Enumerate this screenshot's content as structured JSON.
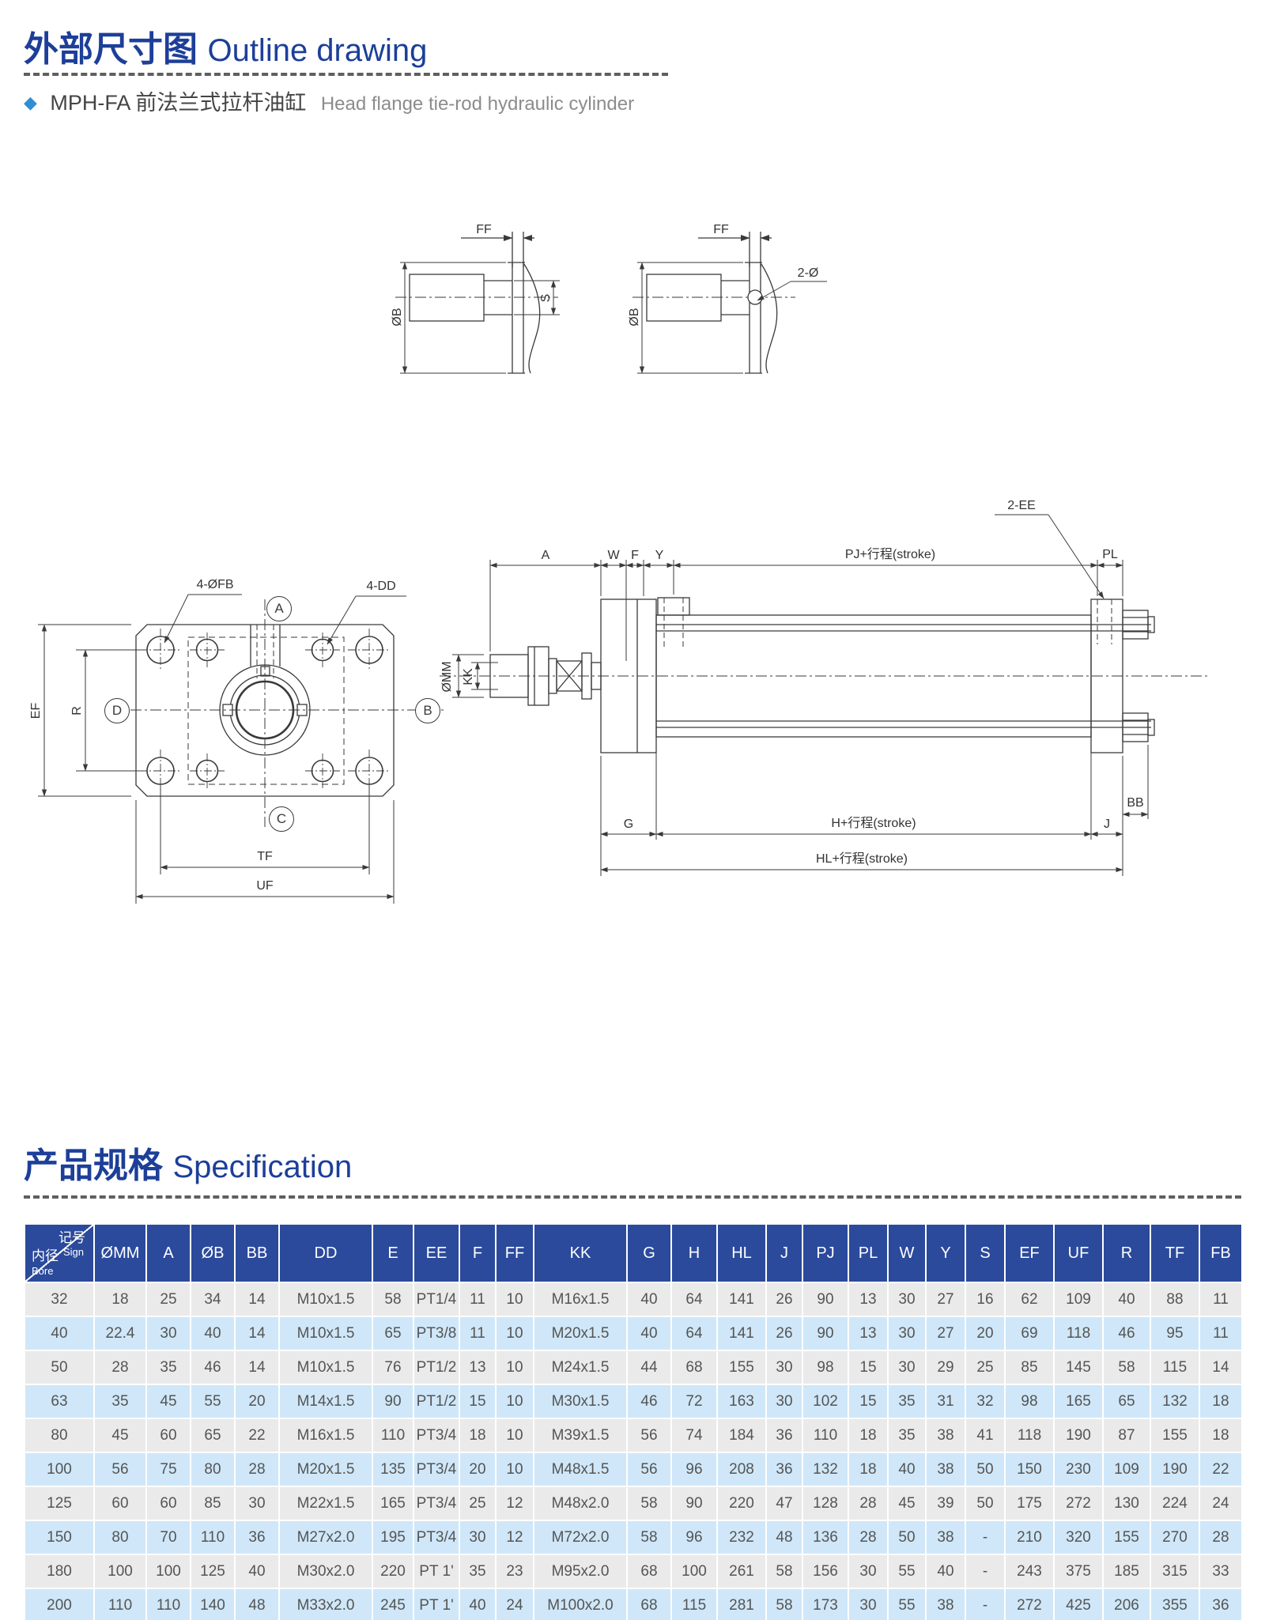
{
  "section1": {
    "title_zh": "外部尺寸图",
    "title_en": "Outline drawing"
  },
  "subtitle": {
    "bullet": "◆",
    "name_zh": "MPH-FA 前法兰式拉杆油缸",
    "name_en": "Head flange tie-rod hydraulic cylinder"
  },
  "section2": {
    "title_zh": "产品规格",
    "title_en": "Specification"
  },
  "drawing": {
    "detail1": {
      "ff": "FF",
      "ob": "ØB",
      "s": "S"
    },
    "detail2": {
      "ff": "FF",
      "ob": "ØB",
      "hole": "2-Ø"
    },
    "front": {
      "fb": "4-ØFB",
      "dd": "4-DD",
      "a": "A",
      "b": "B",
      "c": "C",
      "d": "D",
      "ef": "EF",
      "r": "R",
      "tf": "TF",
      "uf": "UF"
    },
    "side": {
      "a": "A",
      "w": "W",
      "f": "F",
      "y": "Y",
      "pj": "PJ+行程(stroke)",
      "pl": "PL",
      "ee": "2-EE",
      "omm": "ØMM",
      "kk": "KK",
      "g": "G",
      "h": "H+行程(stroke)",
      "j": "J",
      "bb": "BB",
      "hl": "HL+行程(stroke)"
    }
  },
  "table": {
    "corner": {
      "sign_zh": "记号",
      "sign_en": "Sign",
      "bore_zh": "内径",
      "bore_en": "Bore"
    },
    "columns": [
      "ØMM",
      "A",
      "ØB",
      "BB",
      "DD",
      "E",
      "EE",
      "F",
      "FF",
      "KK",
      "G",
      "H",
      "HL",
      "J",
      "PJ",
      "PL",
      "W",
      "Y",
      "S",
      "EF",
      "UF",
      "R",
      "TF",
      "FB"
    ],
    "rows": [
      {
        "bore": "32",
        "values": [
          "18",
          "25",
          "34",
          "14",
          "M10x1.5",
          "58",
          "PT1/4",
          "11",
          "10",
          "M16x1.5",
          "40",
          "64",
          "141",
          "26",
          "90",
          "13",
          "30",
          "27",
          "16",
          "62",
          "109",
          "40",
          "88",
          "11"
        ]
      },
      {
        "bore": "40",
        "values": [
          "22.4",
          "30",
          "40",
          "14",
          "M10x1.5",
          "65",
          "PT3/8",
          "11",
          "10",
          "M20x1.5",
          "40",
          "64",
          "141",
          "26",
          "90",
          "13",
          "30",
          "27",
          "20",
          "69",
          "118",
          "46",
          "95",
          "11"
        ]
      },
      {
        "bore": "50",
        "values": [
          "28",
          "35",
          "46",
          "14",
          "M10x1.5",
          "76",
          "PT1/2",
          "13",
          "10",
          "M24x1.5",
          "44",
          "68",
          "155",
          "30",
          "98",
          "15",
          "30",
          "29",
          "25",
          "85",
          "145",
          "58",
          "115",
          "14"
        ]
      },
      {
        "bore": "63",
        "values": [
          "35",
          "45",
          "55",
          "20",
          "M14x1.5",
          "90",
          "PT1/2",
          "15",
          "10",
          "M30x1.5",
          "46",
          "72",
          "163",
          "30",
          "102",
          "15",
          "35",
          "31",
          "32",
          "98",
          "165",
          "65",
          "132",
          "18"
        ]
      },
      {
        "bore": "80",
        "values": [
          "45",
          "60",
          "65",
          "22",
          "M16x1.5",
          "110",
          "PT3/4",
          "18",
          "10",
          "M39x1.5",
          "56",
          "74",
          "184",
          "36",
          "110",
          "18",
          "35",
          "38",
          "41",
          "118",
          "190",
          "87",
          "155",
          "18"
        ]
      },
      {
        "bore": "100",
        "values": [
          "56",
          "75",
          "80",
          "28",
          "M20x1.5",
          "135",
          "PT3/4",
          "20",
          "10",
          "M48x1.5",
          "56",
          "96",
          "208",
          "36",
          "132",
          "18",
          "40",
          "38",
          "50",
          "150",
          "230",
          "109",
          "190",
          "22"
        ]
      },
      {
        "bore": "125",
        "values": [
          "60",
          "60",
          "85",
          "30",
          "M22x1.5",
          "165",
          "PT3/4",
          "25",
          "12",
          "M48x2.0",
          "58",
          "90",
          "220",
          "47",
          "128",
          "28",
          "45",
          "39",
          "50",
          "175",
          "272",
          "130",
          "224",
          "24"
        ]
      },
      {
        "bore": "150",
        "values": [
          "80",
          "70",
          "110",
          "36",
          "M27x2.0",
          "195",
          "PT3/4",
          "30",
          "12",
          "M72x2.0",
          "58",
          "96",
          "232",
          "48",
          "136",
          "28",
          "50",
          "38",
          "-",
          "210",
          "320",
          "155",
          "270",
          "28"
        ]
      },
      {
        "bore": "180",
        "values": [
          "100",
          "100",
          "125",
          "40",
          "M30x2.0",
          "220",
          "PT 1'",
          "35",
          "23",
          "M95x2.0",
          "68",
          "100",
          "261",
          "58",
          "156",
          "30",
          "55",
          "40",
          "-",
          "243",
          "375",
          "185",
          "315",
          "33"
        ]
      },
      {
        "bore": "200",
        "values": [
          "110",
          "110",
          "140",
          "48",
          "M33x2.0",
          "245",
          "PT 1'",
          "40",
          "24",
          "M100x2.0",
          "68",
          "115",
          "281",
          "58",
          "173",
          "30",
          "55",
          "38",
          "-",
          "272",
          "425",
          "206",
          "355",
          "36"
        ]
      }
    ]
  }
}
